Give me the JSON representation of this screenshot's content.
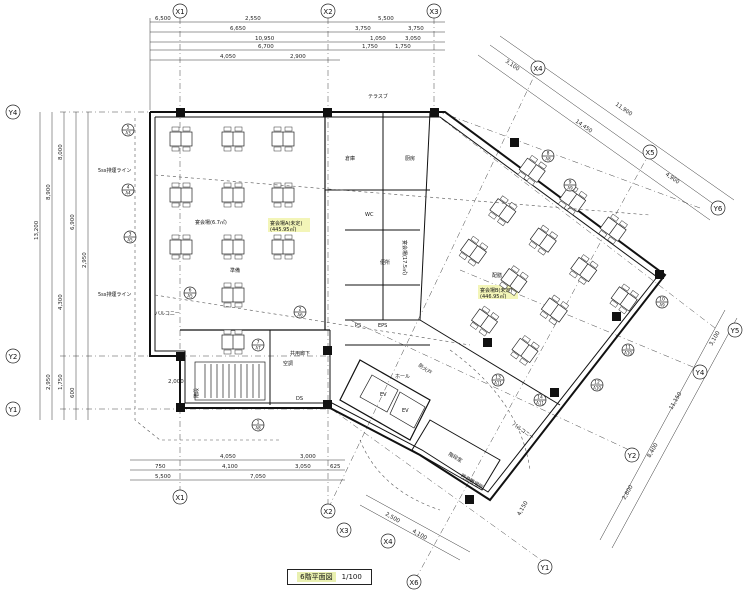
{
  "drawing": {
    "title": "6階平面図",
    "scale": "1/100"
  },
  "grid_labels": {
    "top": [
      "X1",
      "X2",
      "X3"
    ],
    "left": [
      "Y4",
      "Y2",
      "Y1"
    ],
    "bottom": [
      "X1",
      "X2",
      "X3",
      "X4"
    ],
    "rotated_top": [
      "X4",
      "X5",
      "X6"
    ],
    "rotated_right": [
      "Y6",
      "Y5",
      "Y4",
      "Y2",
      "Y1"
    ]
  },
  "dimensions": {
    "top_row1": [
      "6,500",
      "2,550",
      "5,500"
    ],
    "top_row2": [
      "6,650",
      "3,750",
      "3,750"
    ],
    "top_row3": [
      "10,950",
      "1,050",
      "3,050"
    ],
    "top_row4": [
      "6,700",
      "1,750",
      "1,750"
    ],
    "top_row5": [
      "4,050",
      "2,900"
    ],
    "left_vertical": [
      "13,200",
      "8,900",
      "8,000",
      "6,900",
      "4,300",
      "2,950"
    ],
    "bottom_row1": [
      "4,050",
      "3,000"
    ],
    "bottom_row2": [
      "750",
      "4,100",
      "3,050",
      "625"
    ],
    "bottom_row3": [
      "5,500",
      "7,050"
    ],
    "rotated_top": [
      "3,100",
      "11,900",
      "4,900",
      "14,450"
    ],
    "rotated_right": [
      "3,100",
      "11,150",
      "8,400",
      "2,800"
    ],
    "rotated_bottom": [
      "2,500",
      "4,100",
      "4,150"
    ],
    "left_extra": [
      "2,950",
      "1,750",
      "600",
      "2,000"
    ]
  },
  "rooms": {
    "main_hall_label": "宴会場A(未定)",
    "main_hall_area": "(445.95㎡)",
    "second_hall_label": "宴会場B(未定)",
    "second_hall_area": "(446.95㎡)",
    "hall_west": "宴会場(6.7㎡)",
    "hall_east": "宴会場(17.5㎡)",
    "storage": "倉庫",
    "kitchen": "厨房",
    "pantry": "配膳",
    "prep": "準備",
    "balcony_west": "バルコニー",
    "balcony_east": "バルコニー",
    "terrace_label": "テラスブ",
    "elevator_hall": "ホール",
    "elevator_1": "EV",
    "elevator_2": "EV",
    "stair_west": "階段",
    "stair_east": "階段室",
    "toilet": "便所",
    "corridor": "共用廊下",
    "ps": "PS",
    "eps": "EPS",
    "ds": "DS",
    "sw_line_1": "5ss排煙ライン",
    "sw_line_2": "5ss排煙ライン",
    "fire_door": "防火戸",
    "safe_area": "一時避難場所",
    "ac_label": "空調",
    "wc_label": "WC"
  },
  "section_marks": [
    {
      "num": "5",
      "sheet": "A3"
    },
    {
      "num": "4",
      "sheet": "A4"
    },
    {
      "num": "3",
      "sheet": "A5"
    },
    {
      "num": "6",
      "sheet": "A5"
    },
    {
      "num": "2",
      "sheet": "A6"
    },
    {
      "num": "7",
      "sheet": "A7"
    },
    {
      "num": "1",
      "sheet": "A8"
    },
    {
      "num": "8",
      "sheet": "A8"
    },
    {
      "num": "9",
      "sheet": "A9"
    },
    {
      "num": "10",
      "sheet": "A9"
    },
    {
      "num": "11",
      "sheet": "A10"
    },
    {
      "num": "12",
      "sheet": "A10"
    },
    {
      "num": "13",
      "sheet": "A11"
    },
    {
      "num": "14",
      "sheet": "A11"
    }
  ],
  "colors": {
    "line": "#111111",
    "highlight": "#f3f5b8",
    "background": "#ffffff"
  }
}
